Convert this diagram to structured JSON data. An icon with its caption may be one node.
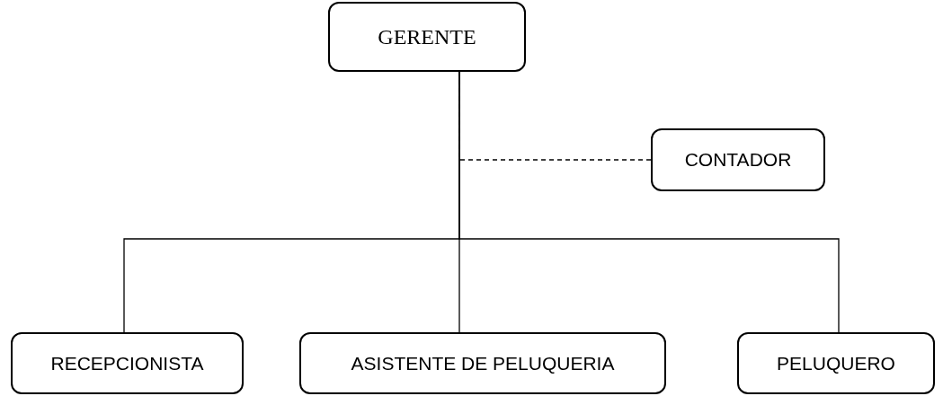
{
  "diagram": {
    "nodes": [
      {
        "text": [
          "GERENTE"
        ]
      },
      {
        "text": [
          "CONTADOR"
        ]
      },
      {
        "text": [
          "RECEPCIONISTA"
        ]
      },
      {
        "text": [
          "ASISTENTE DE PELUQUERIA"
        ]
      },
      {
        "text": [
          "PELUQUERO"
        ]
      }
    ],
    "edges": [
      {
        "from": 0,
        "to": 1,
        "arrow": "none",
        "style": "dashed"
      },
      {
        "from": 0,
        "to": 2,
        "arrow": "none"
      },
      {
        "from": 0,
        "to": 3,
        "arrow": "none"
      },
      {
        "from": 0,
        "to": 4,
        "arrow": "none"
      }
    ]
  }
}
